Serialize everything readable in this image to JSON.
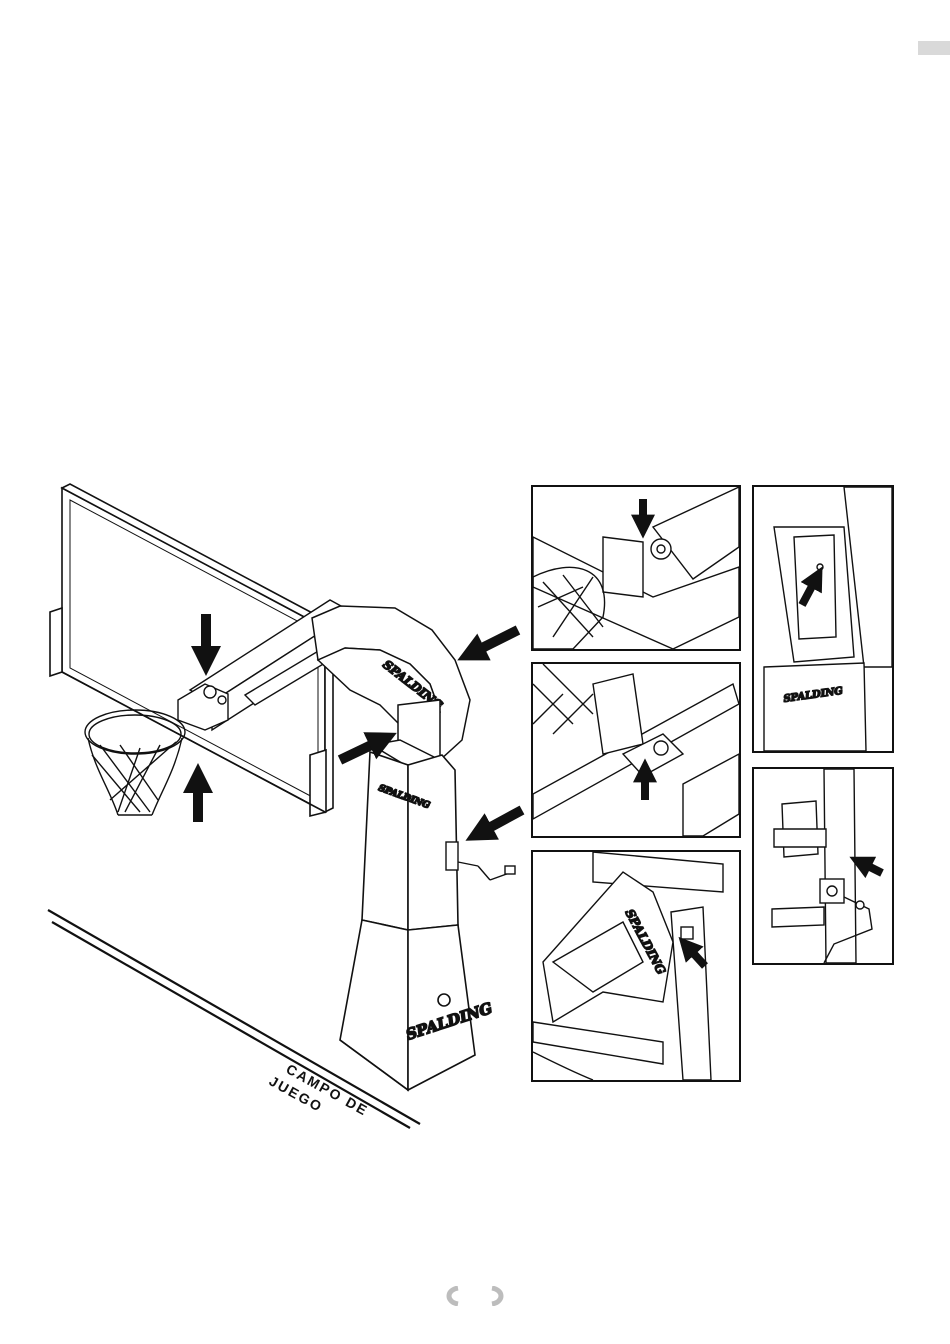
{
  "floor_label_line1": "CAMPO DE",
  "floor_label_line2": "JUEGO",
  "brand": "SPALDING",
  "colors": {
    "line": "#111111",
    "tab": "#d9d9d9",
    "paper": "#ffffff"
  }
}
